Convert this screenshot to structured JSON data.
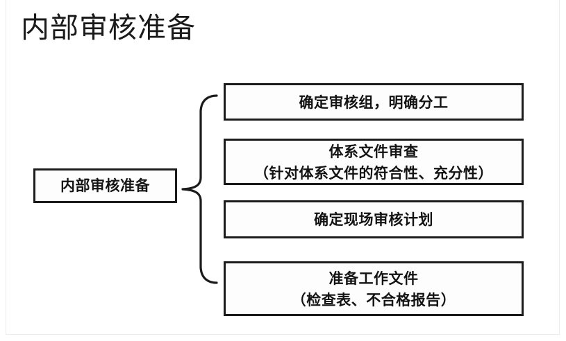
{
  "page": {
    "title": "内部审核准备",
    "background_color": "#ffffff",
    "text_color": "#151515",
    "border_color": "#1b1b1b",
    "frame_color": "#ececec"
  },
  "diagram": {
    "type": "brace-hierarchy",
    "root": {
      "label": "内部审核准备",
      "name": "root-node"
    },
    "connector": {
      "name": "curly-brace",
      "glyph": "{",
      "orientation": "left-to-right"
    },
    "nodes": [
      {
        "id": "node-0",
        "lines": [
          "确定审核组，明确分工"
        ]
      },
      {
        "id": "node-1",
        "lines": [
          "体系文件审查",
          "（针对体系文件的符合性、充分性）"
        ]
      },
      {
        "id": "node-2",
        "lines": [
          "确定现场审核计划"
        ]
      },
      {
        "id": "node-3",
        "lines": [
          "准备工作文件",
          "（检查表、不合格报告）"
        ]
      }
    ]
  }
}
